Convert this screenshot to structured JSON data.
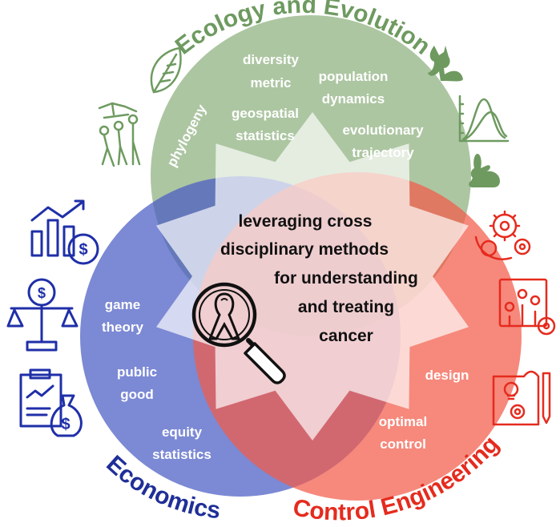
{
  "center": {
    "lines": [
      "leveraging cross",
      "disciplinary methods",
      "for understanding",
      "and treating",
      "cancer"
    ]
  },
  "ecology": {
    "title": "Ecology and Evolution",
    "color": "#6e9a60",
    "terms": {
      "diversity_1": "diversity",
      "diversity_2": "metric",
      "population_1": "population",
      "population_2": "dynamics",
      "geospatial_1": "geospatial",
      "geospatial_2": "statistics",
      "evolutionary_1": "evolutionary",
      "evolutionary_2": "trajectory",
      "phylogeny": "phylogeny"
    },
    "icons": [
      "leaf-icon",
      "fox-icon",
      "distribution-curve-icon",
      "rabbit-icon",
      "phylogeny-evolution-icon"
    ]
  },
  "economics": {
    "title": "Economics",
    "color": "#1f2f98",
    "terms": {
      "game_1": "game",
      "game_2": "theory",
      "public_1": "public",
      "public_2": "good",
      "equity_1": "equity",
      "equity_2": "statistics"
    },
    "icons": [
      "growth-chart-coin-icon",
      "balance-scale-icon",
      "report-money-bag-icon"
    ]
  },
  "control": {
    "title": "Control Engineering",
    "color": "#e52b1e",
    "terms": {
      "design": "design",
      "optimal_1": "optimal",
      "optimal_2": "control"
    },
    "icons": [
      "gears-icon",
      "process-gears-icon",
      "blueprint-icon"
    ]
  },
  "colors": {
    "green_circle": "#a8c39c",
    "blue_circle": "#5c6dc9",
    "red_circle": "#f57a6a",
    "star": "#ffffff"
  }
}
